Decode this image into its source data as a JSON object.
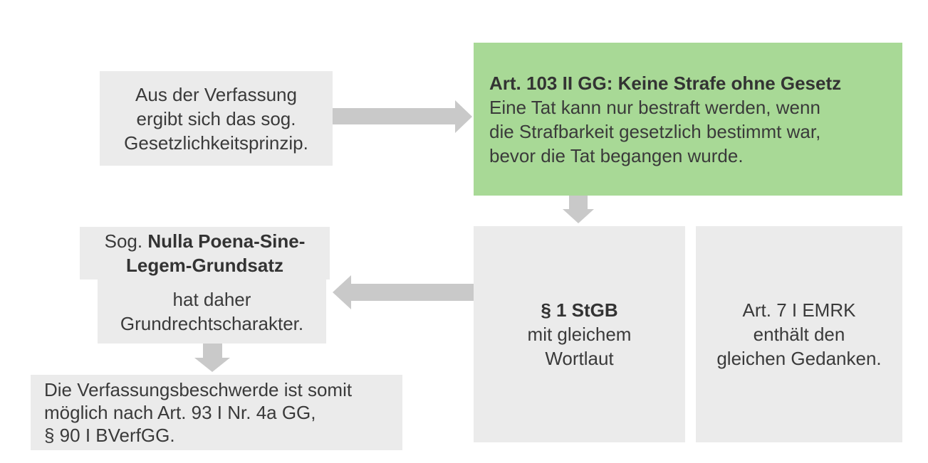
{
  "colors": {
    "highlight_green": "#a8d996",
    "box_gray": "#ebebeb",
    "arrow_gray": "#c9c9c9",
    "text": "#3a3a3a"
  },
  "diagram": {
    "verfassung_box": {
      "lines": [
        "Aus der Verfassung",
        "ergibt sich das sog.",
        "Gesetzlichkeitsprinzip."
      ]
    },
    "gg_box": {
      "title": "Art. 103 II GG: Keine Strafe ohne Gesetz",
      "body_lines": [
        "Eine Tat kann nur bestraft werden, wenn",
        "die Strafbarkeit gesetzlich bestimmt war,",
        "bevor die Tat begangen wurde."
      ]
    },
    "nulla_poena_box": {
      "prefix": "Sog.",
      "bold_line1": "Nulla Poena-Sine-",
      "bold_line2": "Legem-Grundsatz"
    },
    "grundrecht_box": {
      "lines": [
        "hat daher",
        "Grundrechtscharakter."
      ]
    },
    "stgb_box": {
      "title": "§ 1 StGB",
      "lines": [
        "mit gleichem",
        "Wortlaut"
      ]
    },
    "emrk_box": {
      "lines": [
        "Art. 7 I EMRK",
        "enthält den",
        "gleichen Gedanken."
      ]
    },
    "verfassungsbeschwerde_box": {
      "lines": [
        "Die Verfassungsbeschwerde ist somit",
        "möglich nach Art. 93 I Nr. 4a GG,",
        "§ 90 I BVerfGG."
      ]
    }
  }
}
